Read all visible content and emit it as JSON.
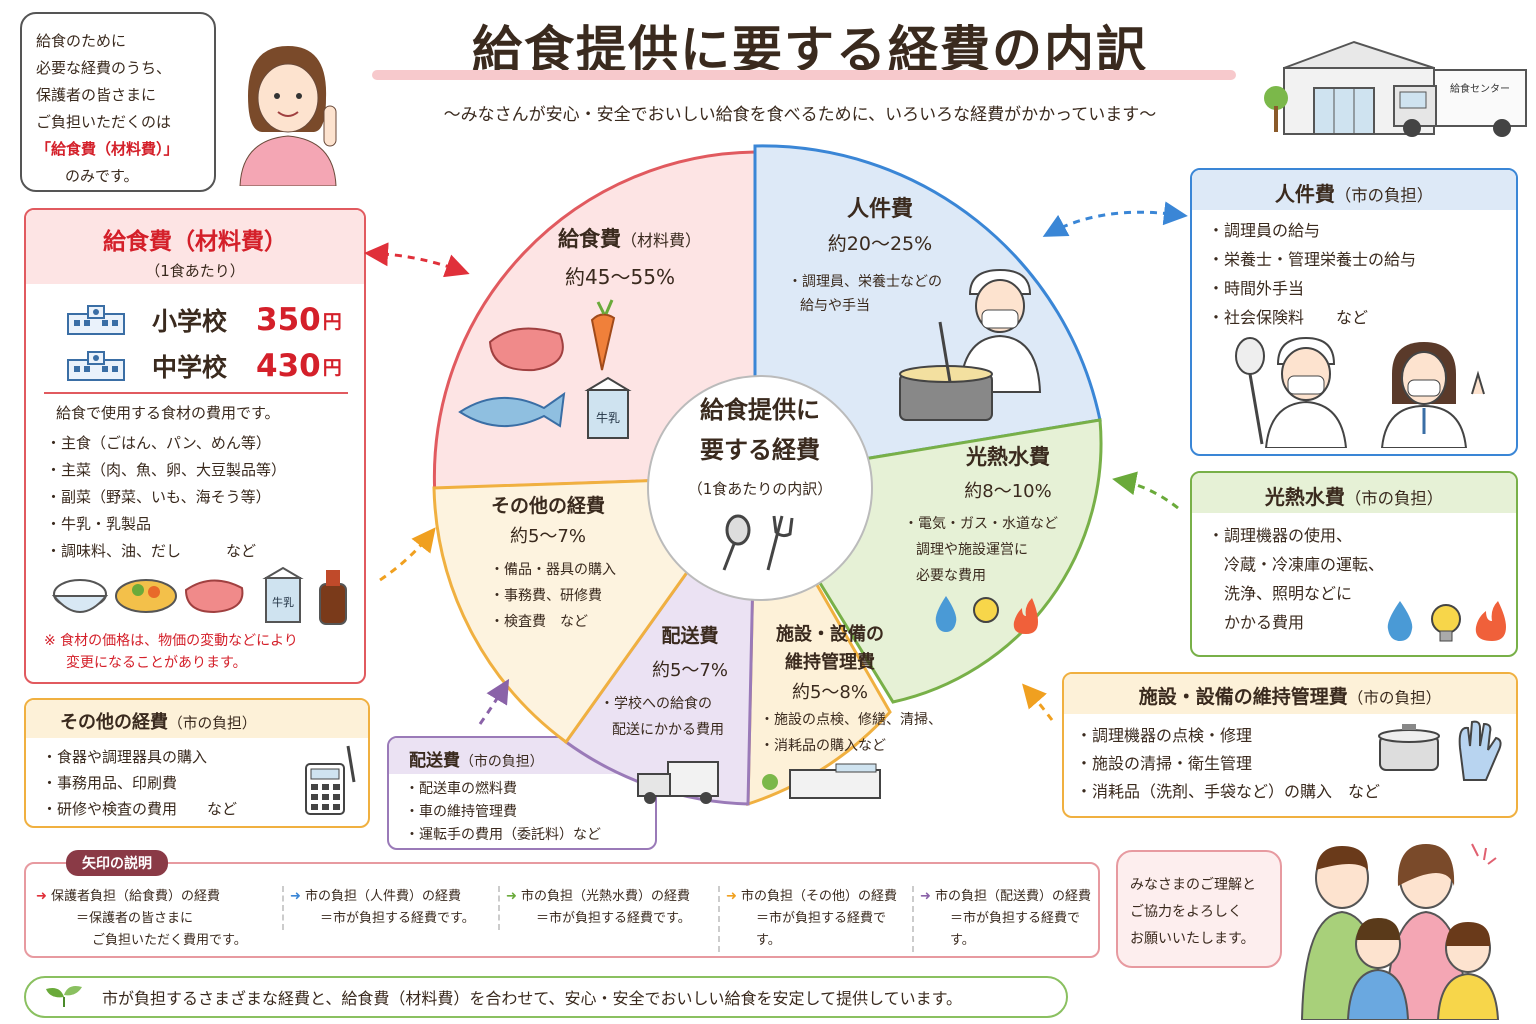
{
  "title": "給食提供に要する経費の内訳",
  "subtitle": "〜みなさんが安心・安全でおいしい給食を食べるために、いろいろな経費がかかっています〜",
  "truck_label": "給食センター",
  "speech_top": {
    "lines": [
      "給食のために",
      "必要な経費のうち、",
      "保護者の皆さまに",
      "ご負担いただくのは"
    ],
    "highlight": "「給食費（材料費）」",
    "tail": "のみです。"
  },
  "food_box": {
    "title": "給食費（材料費）",
    "sub": "（1食あたり）",
    "elem_label": "小学校",
    "elem_price": "350",
    "elem_unit": "円",
    "mid_label": "中学校",
    "mid_price": "430",
    "mid_unit": "円",
    "desc": "給食で使用する食材の費用です。",
    "items": [
      "主食（ごはん、パン、めん等）",
      "主菜（肉、魚、卵、大豆製品等）",
      "副菜（野菜、いも、海そう等）",
      "牛乳・乳製品",
      "調味料、油、だし　　　など"
    ],
    "milk_label": "牛乳",
    "note1": "※ 食材の価格は、物価の変動などにより",
    "note2": "変更になることがあります。"
  },
  "other_box": {
    "title": "その他の経費",
    "title_sub": "（市の負担）",
    "items": [
      "食器や調理器具の購入",
      "事務用品、印刷費",
      "研修や検査の費用　　など"
    ]
  },
  "delivery_box": {
    "title": "配送費",
    "title_sub": "（市の負担）",
    "items": [
      "配送車の燃料費",
      "車の維持管理費",
      "運転手の費用（委託料）など"
    ]
  },
  "labor_box": {
    "title": "人件費",
    "title_sub": "（市の負担）",
    "items": [
      "調理員の給与",
      "栄養士・管理栄養士の給与",
      "時間外手当",
      "社会保険料　　など"
    ]
  },
  "utility_box": {
    "title": "光熱水費",
    "title_sub": "（市の負担）",
    "items": [
      "調理機器の使用、",
      "冷蔵・冷凍庫の運転、",
      "洗浄、照明などに",
      "かかる費用"
    ]
  },
  "facility_box": {
    "title": "施設・設備の維持管理費",
    "title_sub": "（市の負担）",
    "items": [
      "調理機器の点検・修理",
      "施設の清掃・衛生管理",
      "消耗品（洗剤、手袋など）の購入　など"
    ]
  },
  "pie": {
    "center_line1": "給食提供に",
    "center_line2": "要する経費",
    "center_line3": "（1食あたりの内訳）",
    "food": {
      "title": "給食費",
      "title_sub": "（材料費）",
      "pct": "約45〜55%",
      "milk": "牛乳"
    },
    "labor": {
      "title": "人件費",
      "pct": "約20〜25%",
      "desc1": "・調理員、栄養士などの",
      "desc2": "給与や手当"
    },
    "utility": {
      "title": "光熱水費",
      "pct": "約8〜10%",
      "desc1": "・電気・ガス・水道など",
      "desc2": "調理や施設運営に",
      "desc3": "必要な費用"
    },
    "facility": {
      "title1": "施設・設備の",
      "title2": "維持管理費",
      "pct": "約5〜8%",
      "desc1": "・施設の点検、修繕、清掃、",
      "desc2": "・消耗品の購入など"
    },
    "delivery": {
      "title": "配送費",
      "pct": "約5〜7%",
      "desc1": "・学校への給食の",
      "desc2": "配送にかかる費用"
    },
    "other": {
      "title": "その他の経費",
      "pct": "約5〜7%",
      "desc1": "・備品・器具の購入",
      "desc2": "・事務費、研修費",
      "desc3": "・検査費　など"
    }
  },
  "legend": {
    "title": "矢印の説明",
    "items": [
      {
        "l1": "保護者負担（給食費）の経費",
        "l2": "＝保護者の皆さまに",
        "l3": "ご負担いただく費用です。",
        "color": "#e0303a"
      },
      {
        "l1": "市の負担（人件費）の経費",
        "l2": "＝市が負担する経費です。",
        "color": "#3a86d6"
      },
      {
        "l1": "市の負担（光熱水費）の経費",
        "l2": "＝市が負担する経費です。",
        "color": "#6aaa3a"
      },
      {
        "l1": "市の負担（その他）の経費",
        "l2": "＝市が負担する経費です。",
        "color": "#f0a020"
      },
      {
        "l1": "市の負担（配送費）の経費",
        "l2": "＝市が負担する経費です。",
        "color": "#8a62a8"
      }
    ]
  },
  "speech_bottom": [
    "みなさまのご理解と",
    "ご協力をよろしく",
    "お願いいたします。"
  ],
  "footer": "市が負担するさまざまな経費と、給食費（材料費）を合わせて、安心・安全でおいしい給食を安定して提供しています。"
}
